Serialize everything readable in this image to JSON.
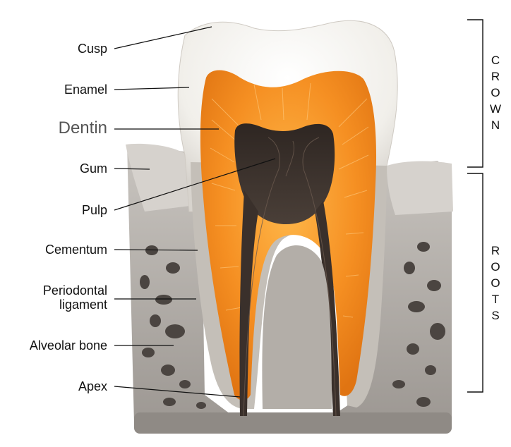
{
  "labels": {
    "cusp": "Cusp",
    "enamel": "Enamel",
    "dentin": "Dentin",
    "gum": "Gum",
    "pulp": "Pulp",
    "cementum": "Cementum",
    "periodontal_ligament": "Periodontal ligament",
    "alveolar_bone": "Alveolar bone",
    "apex": "Apex"
  },
  "regions": {
    "crown": "CROWN",
    "roots": "ROOTS"
  },
  "colors": {
    "dentin": "#f28a1e",
    "dentin_light": "#ffb54a",
    "enamel": "#f4f2ee",
    "pulp": "#3a302b",
    "bone": "#a9a49f",
    "bone_dark": "#6c6762",
    "gum": "#cfcbc6",
    "cementum": "#c9c4be",
    "label_text": "#111111",
    "dentin_label_text": "#555555"
  }
}
